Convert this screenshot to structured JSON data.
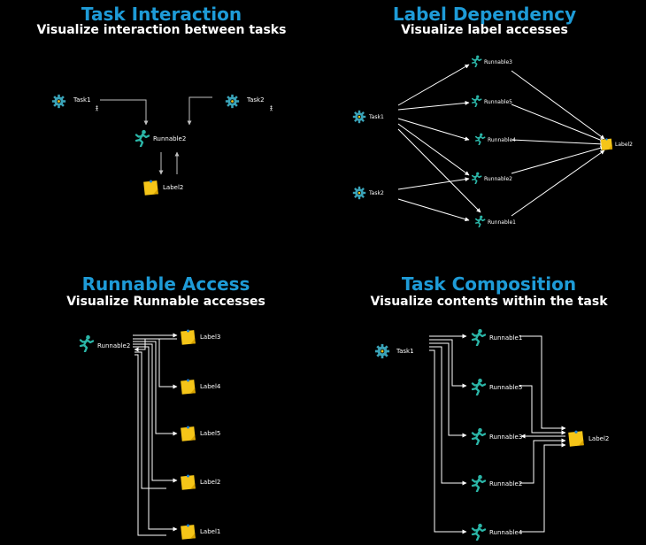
{
  "panels": {
    "task_interaction": {
      "title": "Task Interaction",
      "subtitle": "Visualize interaction between tasks",
      "nodes": {
        "task1": "Task1",
        "task2": "Task2",
        "runnable2": "Runnable2",
        "label2": "Label2"
      }
    },
    "label_dependency": {
      "title": "Label Dependency",
      "subtitle": "Visualize label accesses",
      "nodes": {
        "task1": "Task1",
        "task2": "Task2",
        "runnable3": "Runnable3",
        "runnable5": "Runnable5",
        "runnable4": "Runnable4",
        "runnable2": "Runnable2",
        "runnable1": "Runnable1",
        "label2": "Label2"
      }
    },
    "runnable_access": {
      "title": "Runnable Access",
      "subtitle": "Visualize Runnable accesses",
      "nodes": {
        "runnable2": "Runnable2",
        "label3": "Label3",
        "label4": "Label4",
        "label5": "Label5",
        "label2": "Label2",
        "label1": "Label1"
      }
    },
    "task_composition": {
      "title": "Task Composition",
      "subtitle": "Visualize contents within the task",
      "nodes": {
        "task1": "Task1",
        "runnable1": "Runnable1",
        "runnable5": "Runnable5",
        "runnable3": "Runnable3",
        "runnable2": "Runnable2",
        "runnable4": "Runnable4",
        "label2": "Label2"
      }
    }
  },
  "icons": {
    "task": "gear-icon",
    "runnable": "running-person-icon",
    "label": "sticky-note-icon",
    "task_interaction_marker": "small-person-icon"
  },
  "colors": {
    "title": "#1e9bd7",
    "subtitle": "#ffffff",
    "gear": "#3aa3b8",
    "runner": "#2bb6a8",
    "note": "#f5c518",
    "background": "#000000"
  }
}
